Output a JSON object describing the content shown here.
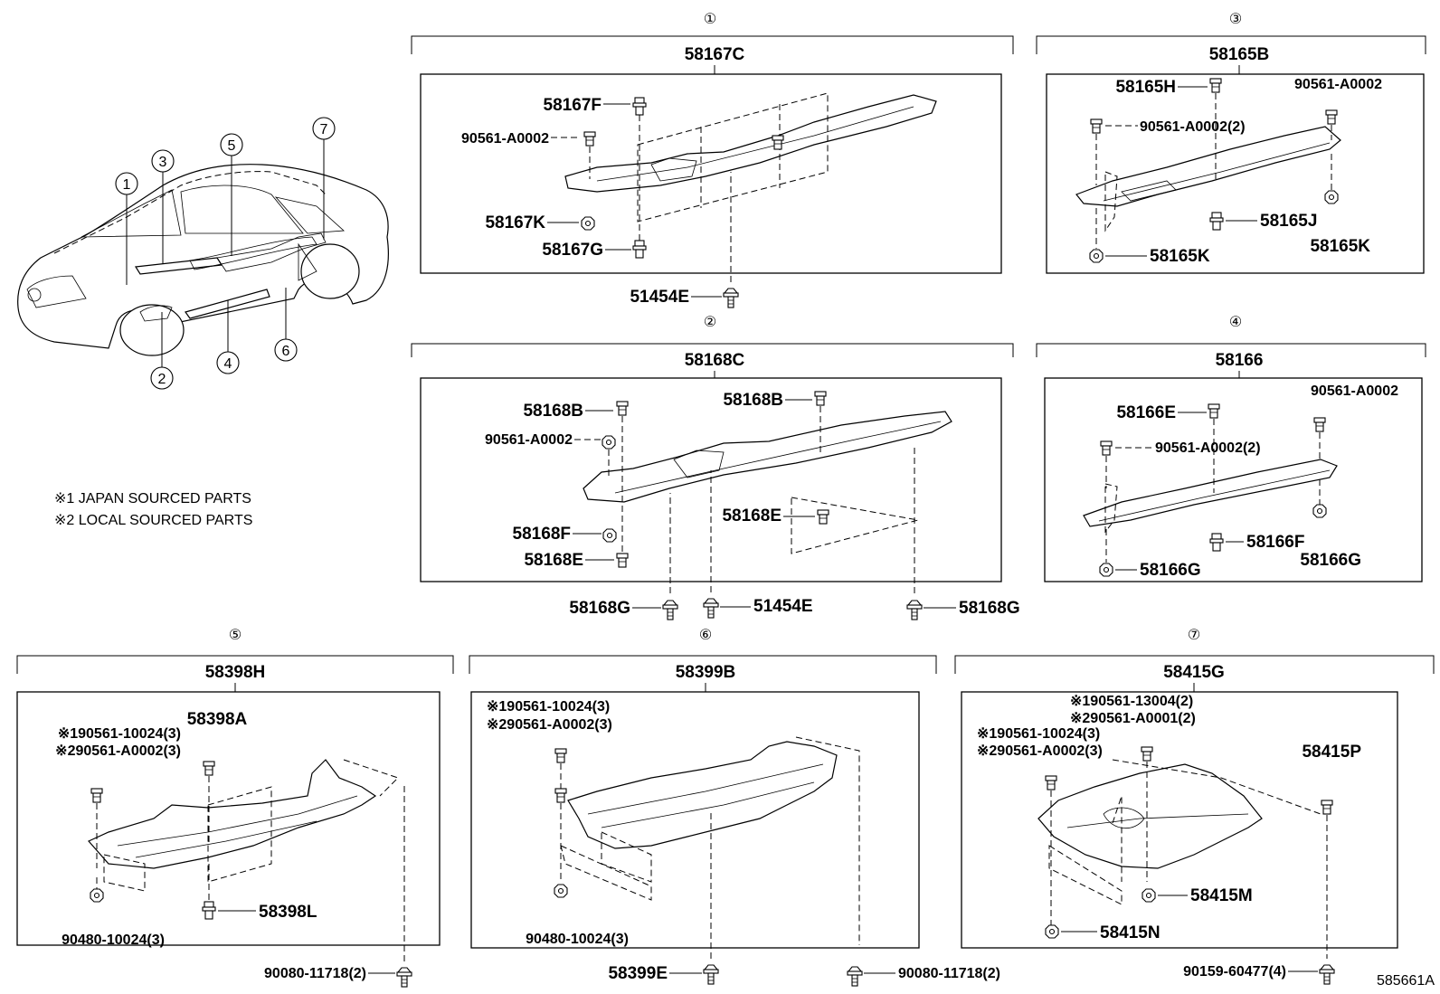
{
  "diagram_id": "585661A",
  "notes": {
    "note1": "※1 JAPAN SOURCED PARTS",
    "note2": "※2 LOCAL SOURCED PARTS"
  },
  "car_callouts": [
    "1",
    "2",
    "3",
    "4",
    "5",
    "6",
    "7"
  ],
  "g1": {
    "num": "①",
    "assembly": "58167C",
    "parts": [
      "58167F",
      "90561-A0002",
      "58167K",
      "58167G",
      "51454E"
    ]
  },
  "g2": {
    "num": "②",
    "assembly": "58168C",
    "parts": [
      "58168B",
      "90561-A0002",
      "58168B",
      "58168E",
      "58168F",
      "58168E",
      "58168G",
      "51454E",
      "58168G"
    ]
  },
  "g3": {
    "num": "③",
    "assembly": "58165B",
    "parts": [
      "58165H",
      "90561-A0002",
      "90561-A0002(2)",
      "58165J",
      "58165K",
      "58165K"
    ]
  },
  "g4": {
    "num": "④",
    "assembly": "58166",
    "parts": [
      "58166E",
      "90561-A0002",
      "90561-A0002(2)",
      "58166F",
      "58166G",
      "58166G"
    ]
  },
  "g5": {
    "num": "⑤",
    "assembly": "58398H",
    "parts": [
      "58398A",
      "※190561-10024(3)",
      "※290561-A0002(3)",
      "58398L",
      "90480-10024(3)",
      "90080-11718(2)"
    ]
  },
  "g6": {
    "num": "⑥",
    "assembly": "58399B",
    "parts": [
      "※190561-10024(3)",
      "※290561-A0002(3)",
      "90480-10024(3)",
      "58399E",
      "90080-11718(2)"
    ]
  },
  "g7": {
    "num": "⑦",
    "assembly": "58415G",
    "parts": [
      "※190561-13004(2)",
      "※290561-A0001(2)",
      "※190561-10024(3)",
      "※290561-A0002(3)",
      "58415P",
      "58415M",
      "58415N",
      "90159-60477(4)"
    ]
  }
}
